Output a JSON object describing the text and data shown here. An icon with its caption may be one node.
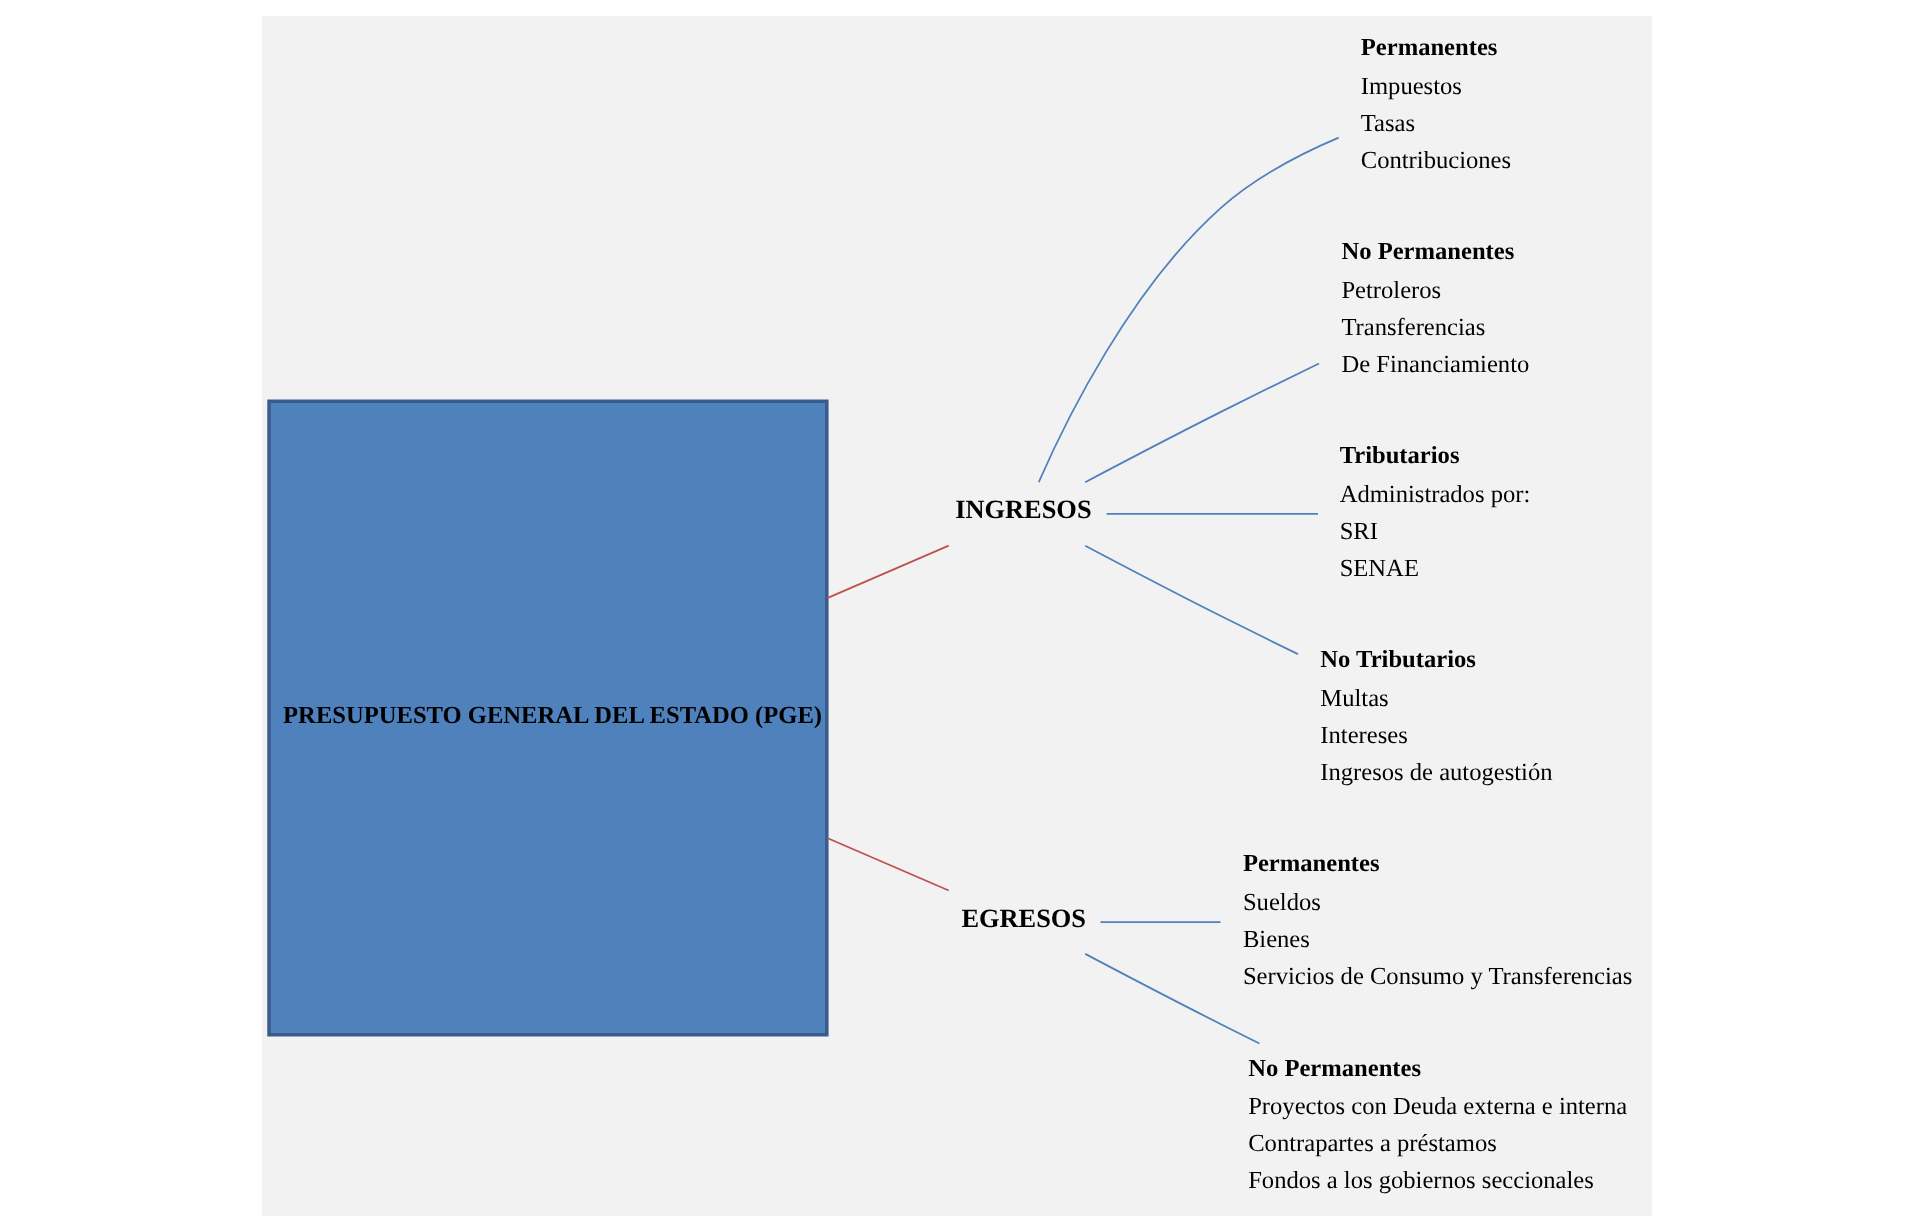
{
  "diagram": {
    "nodes": [
      {
        "text": [
          "PRESUPUESTO GENERAL DEL ESTADO (PGE)"
        ]
      },
      {
        "text": [
          "INGRESOS"
        ]
      },
      {
        "text": [
          "Permanentes",
          "Impuestos",
          "Tasas",
          "Contribuciones"
        ]
      },
      {
        "text": [
          "No Permanentes",
          "Petroleros",
          "Transferencias",
          "De Financiamiento"
        ]
      },
      {
        "text": [
          "Tributarios",
          "Administrados por:",
          "SRI",
          "SENAE"
        ]
      },
      {
        "text": [
          "No Tributarios",
          "Multas",
          "Intereses",
          "Ingresos de autogestión"
        ]
      },
      {
        "text": [
          "EGRESOS"
        ]
      },
      {
        "text": [
          "Permanentes",
          "Sueldos",
          "Bienes",
          "Servicios de Consumo y Transferencias"
        ]
      },
      {
        "text": [
          "No Permanentes",
          "Proyectos con Deuda externa e interna",
          "Contrapartes a préstamos",
          "Fondos a los gobiernos seccionales"
        ]
      }
    ],
    "edges": [
      {
        "from": 0,
        "to": 1,
        "arrow": "none",
        "color": "#c0504d"
      },
      {
        "from": 0,
        "to": 6,
        "arrow": "none",
        "color": "#c0504d"
      },
      {
        "from": 1,
        "to": 2,
        "arrow": "none"
      },
      {
        "from": 1,
        "to": 3,
        "arrow": "none"
      },
      {
        "from": 1,
        "to": 4,
        "arrow": "none"
      },
      {
        "from": 1,
        "to": 5,
        "arrow": "none"
      },
      {
        "from": 6,
        "to": 7,
        "arrow": "none"
      },
      {
        "from": 6,
        "to": 8,
        "arrow": "none"
      }
    ]
  }
}
